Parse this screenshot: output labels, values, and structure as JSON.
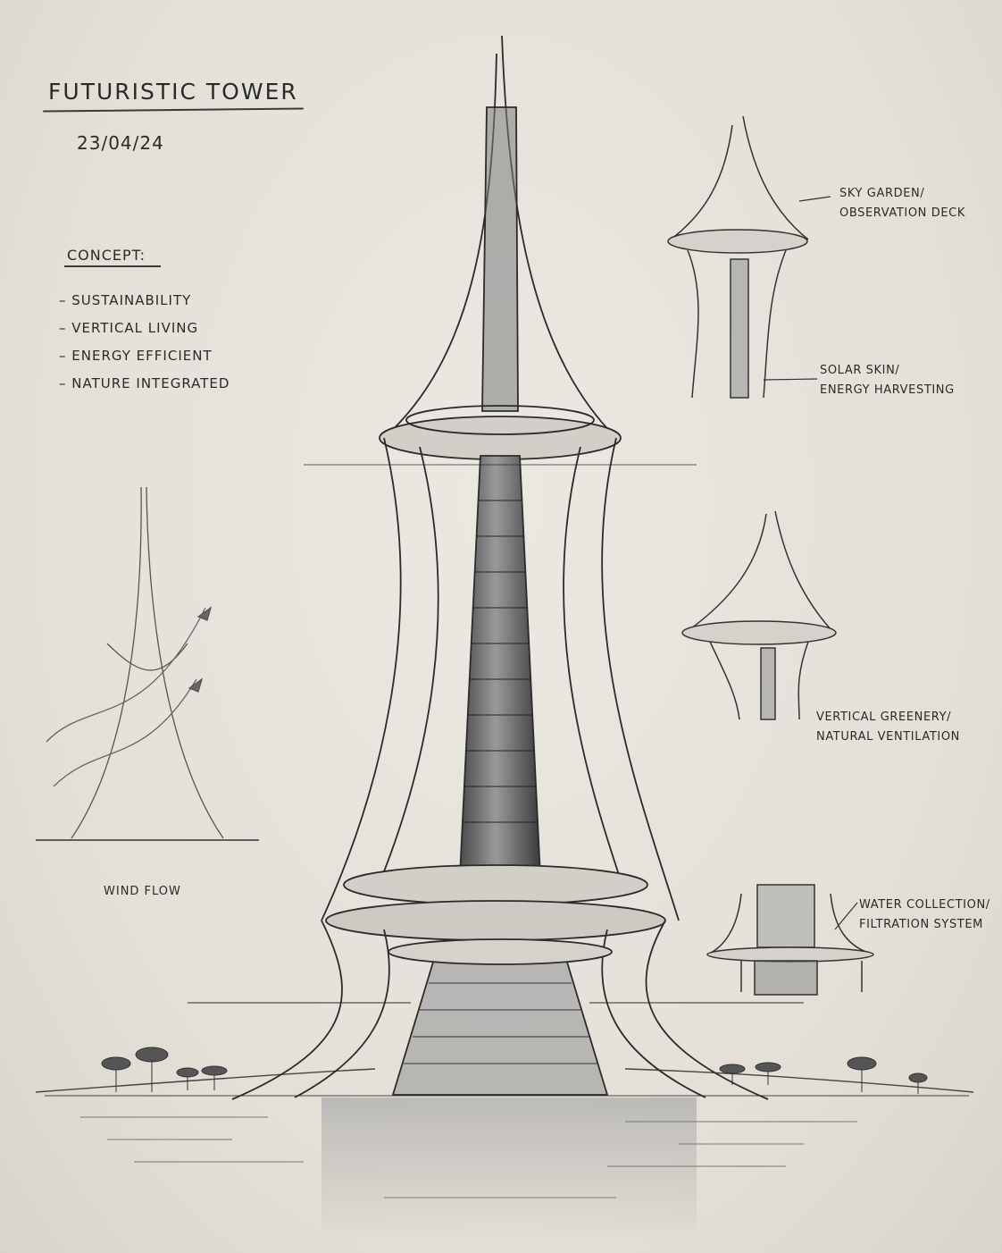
{
  "title": "Futuristic Tower",
  "date": "23/04/24",
  "concept": {
    "heading": "Concept:",
    "items": [
      "Sustainability",
      "Vertical living",
      "Energy efficient",
      "Nature integrated"
    ]
  },
  "annotations": {
    "sky_garden": [
      "Sky garden/",
      "observation deck"
    ],
    "solar_skin": [
      "Solar skin/",
      "energy harvesting"
    ],
    "vertical_greenery": [
      "Vertical greenery/",
      "natural ventilation"
    ],
    "water_collection": [
      "Water collection/",
      "filtration system"
    ]
  },
  "wind_label": "Wind flow",
  "colors": {
    "paper": "#e7e3dc",
    "graphite": "#2b2b2b",
    "shade": "#7a7a7a"
  }
}
